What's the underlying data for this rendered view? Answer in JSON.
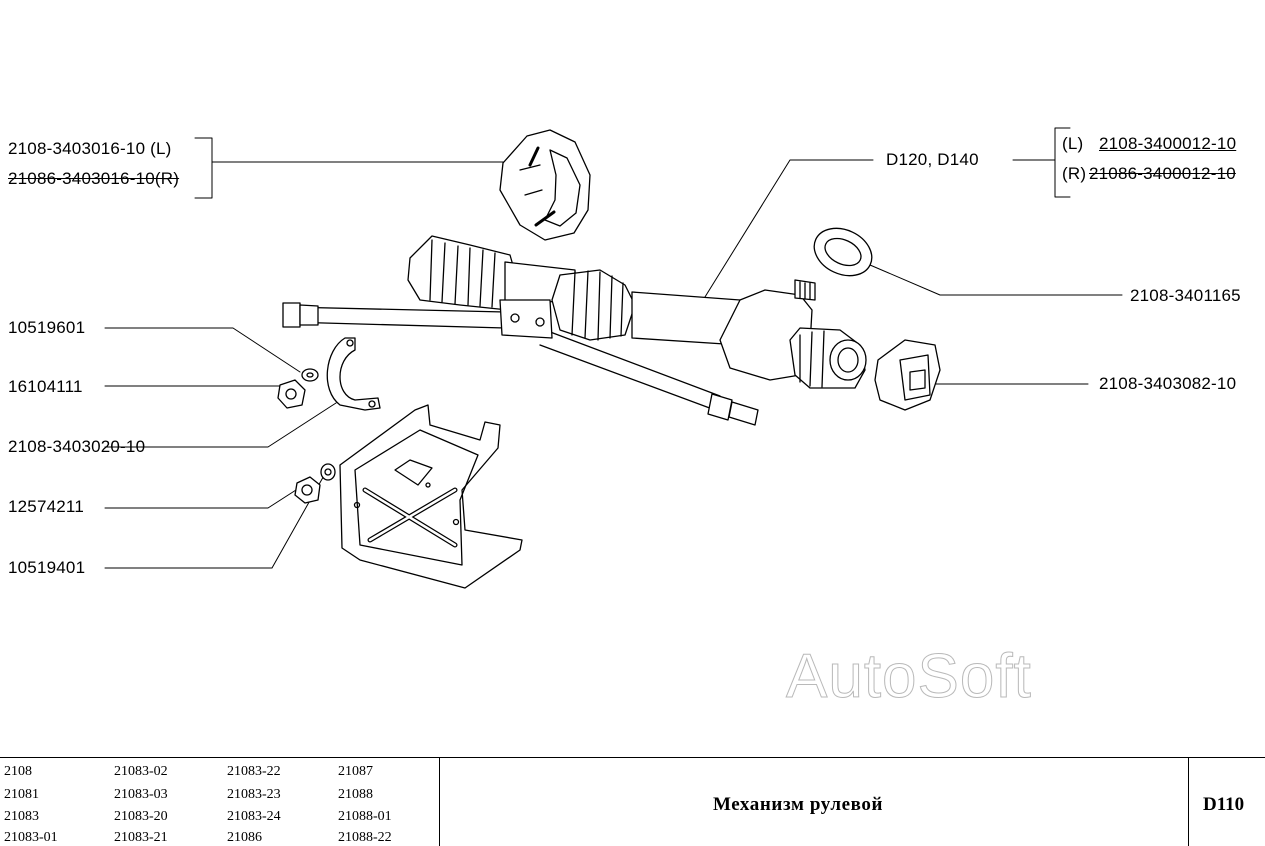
{
  "labels": {
    "mount_l": "2108-3403016-10  (L)",
    "mount_r": "21086-3403016-10(R)",
    "ref_d": "D120,  D140",
    "rack_l_prefix": "(L)",
    "rack_l_code": "2108-3400012-10",
    "rack_r_prefix": "(R)",
    "rack_r_code": "21086-3400012-10",
    "seal": "2108-3401165",
    "bushing": "2108-3403082-10",
    "washer_a": "10519601",
    "nut_a": "16104111",
    "bracket": "2108-3403020-10",
    "nut_b": "12574211",
    "washer_b": "10519401"
  },
  "watermark": "AutoSoft",
  "footer": {
    "models": [
      [
        "2108",
        "21081",
        "21083",
        "21083-01"
      ],
      [
        "21083-02",
        "21083-03",
        "21083-20",
        "21083-21"
      ],
      [
        "21083-22",
        "21083-23",
        "21083-24",
        "21086"
      ],
      [
        "21087",
        "21088",
        "21088-01",
        "21088-22"
      ]
    ],
    "title": "Механизм рулевой",
    "code": "D110"
  }
}
